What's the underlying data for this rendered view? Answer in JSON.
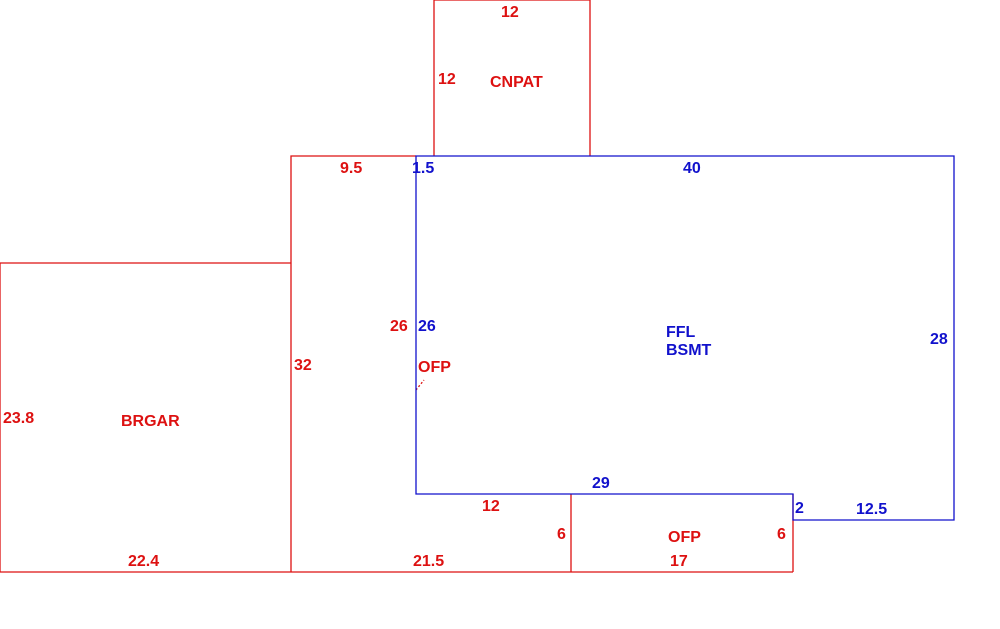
{
  "colors": {
    "red": "#dd1111",
    "blue": "#1111cc"
  },
  "areas": {
    "cnpat": "CNPAT",
    "brgar": "BRGAR",
    "ofp_left": "OFP",
    "ofp_bottom": "OFP",
    "ffl": "FFL",
    "bsmt": "BSMT"
  },
  "dimensions": {
    "cnpat_top": "12",
    "cnpat_left": "12",
    "left_ofp_top": "9.5",
    "main_top_offset": "1.5",
    "main_top": "40",
    "ofp_inner_side": "26",
    "main_left_side": "26",
    "main_right": "28",
    "left_ofp_side": "32",
    "brgar_side": "23.8",
    "brgar_bottom": "22.4",
    "ofp_bottom_left": "21.5",
    "main_bottom": "29",
    "ofp_inner_bottom": "12",
    "ofp_small_left": "6",
    "ofp_small_right": "6",
    "ofp_small_bottom": "17",
    "step_side": "2",
    "step_bottom": "12.5"
  }
}
